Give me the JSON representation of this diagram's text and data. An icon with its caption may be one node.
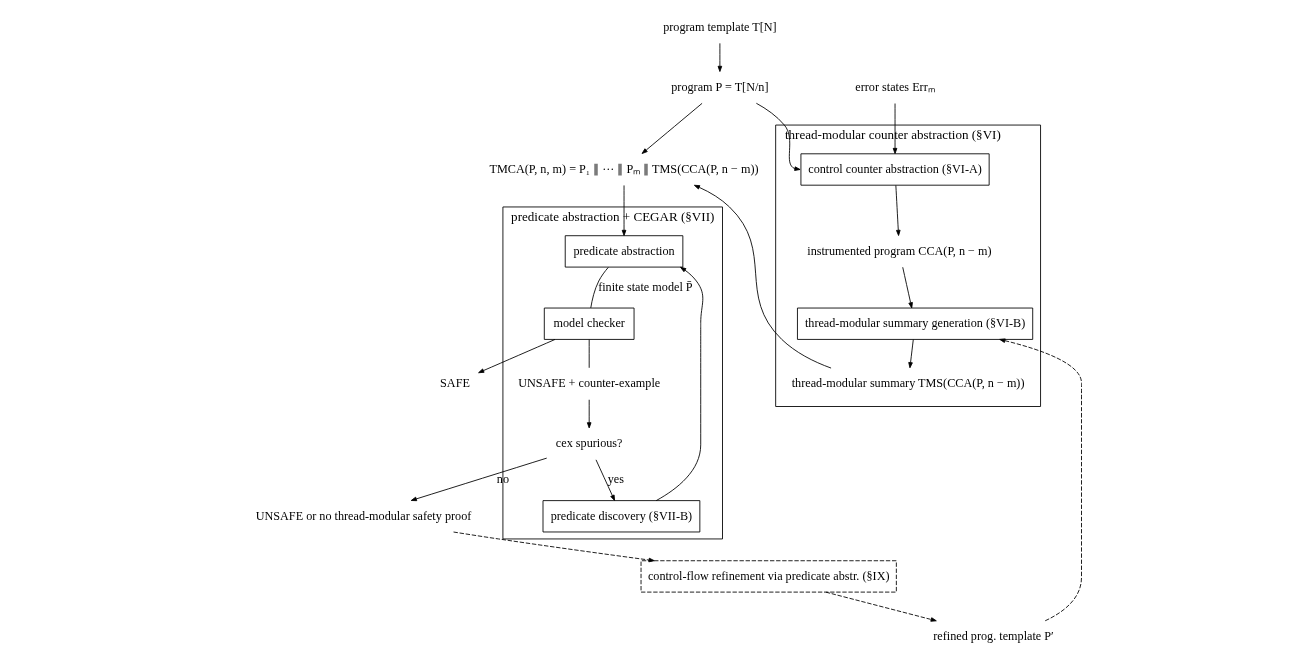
{
  "diagram": {
    "nodes": [
      {
        "text": [
          "thread-modular counter abstraction (§VI)"
        ]
      },
      {
        "text": [
          "control counter abstraction (§VI-A)"
        ],
        "in": 0
      },
      {
        "text": [
          "instrumented program CCA(P, n − m)"
        ],
        "in": 0
      },
      {
        "text": [
          "thread-modular summary generation (§VI-B)"
        ],
        "in": 0
      },
      {
        "text": [
          "thread-modular summary TMS(CCA(P, n − m))"
        ],
        "in": 0
      },
      {
        "text": [
          "predicate abstraction + CEGAR (§VII)"
        ]
      },
      {
        "text": [
          "predicate abstraction"
        ],
        "in": 5
      },
      {
        "text": [
          "model checker"
        ],
        "in": 5
      },
      {
        "text": [
          "UNSAFE + counter-example"
        ],
        "in": 5
      },
      {
        "text": [
          "cex spurious?"
        ],
        "in": 5
      },
      {
        "text": [
          "predicate discovery (§VII-B)"
        ],
        "in": 5
      },
      {
        "text": [
          "error states Errₘ"
        ]
      },
      {
        "text": [
          "program template T[N]"
        ]
      },
      {
        "text": [
          "program P = T[N/n]"
        ]
      },
      {
        "text": [
          "SAFE"
        ]
      },
      {
        "text": [
          "TMCA(P, n, m) = P₁ ∥ ··· ∥ Pₘ ∥ TMS(CCA(P, n − m))"
        ]
      },
      {
        "text": [
          "UNSAFE or no thread-modular safety proof"
        ]
      },
      {
        "text": [
          "control-flow refinement via predicate abstr. (§IX)"
        ]
      },
      {
        "text": [
          "refined prog. template P′"
        ]
      }
    ],
    "edges": [
      {
        "from": 11,
        "to": 1,
        "arrow": "to"
      },
      {
        "from": 13,
        "to": 1,
        "arrow": "to"
      },
      {
        "from": 1,
        "to": 2,
        "arrow": "to"
      },
      {
        "from": 2,
        "to": 3,
        "arrow": "to"
      },
      {
        "from": 3,
        "to": 4,
        "arrow": "to"
      },
      {
        "from": 4,
        "to": 15,
        "arrow": "to"
      },
      {
        "from": 12,
        "to": 13,
        "arrow": "to"
      },
      {
        "from": 13,
        "to": 15,
        "arrow": "to"
      },
      {
        "from": 15,
        "to": 6,
        "arrow": "to"
      },
      {
        "from": 6,
        "to": 7,
        "arrow": "none",
        "label": "finite state model P̄"
      },
      {
        "from": 7,
        "to": 14,
        "arrow": "to"
      },
      {
        "from": 7,
        "to": 8,
        "arrow": "none"
      },
      {
        "from": 8,
        "to": 9,
        "arrow": "to"
      },
      {
        "from": 9,
        "to": 10,
        "arrow": "to",
        "label": "yes"
      },
      {
        "from": 10,
        "to": 6,
        "arrow": "to"
      },
      {
        "from": 9,
        "to": 16,
        "arrow": "to",
        "label": "no"
      },
      {
        "from": 16,
        "to": 17,
        "arrow": "to",
        "style": "dashed"
      },
      {
        "from": 17,
        "to": 18,
        "arrow": "to",
        "style": "dashed"
      },
      {
        "from": 18,
        "to": 3,
        "arrow": "to",
        "style": "dashed"
      }
    ]
  }
}
